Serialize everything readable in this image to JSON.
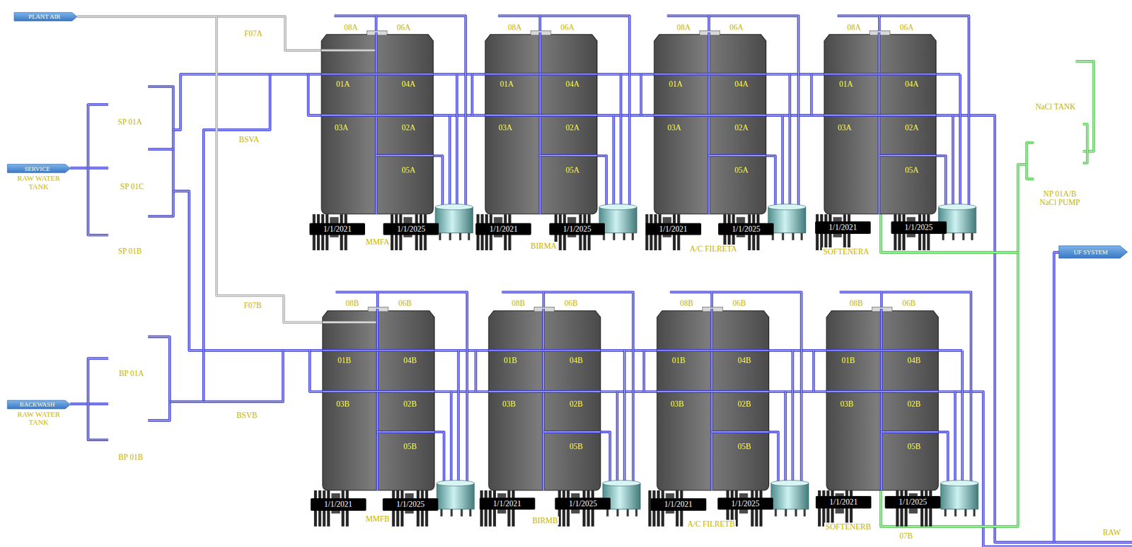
{
  "diagram": {
    "nodes": [
      {
        "text": [
          "PLANT AIR"
        ]
      },
      {
        "text": [
          "SERVICE",
          "RAW WATER TANK"
        ]
      },
      {
        "text": [
          "BACKWASH",
          "RAW WATER TANK"
        ]
      },
      {
        "text": [
          "UF SYSTEM"
        ]
      },
      {
        "text": [
          "08A",
          "06A",
          "01A",
          "04A",
          "03A",
          "02A",
          "05A",
          "MMFA"
        ]
      },
      {
        "text": [
          "08A",
          "06A",
          "01A",
          "04A",
          "03A",
          "02A",
          "05A",
          "BIRMA"
        ]
      },
      {
        "text": [
          "08A",
          "06A",
          "01A",
          "04A",
          "03A",
          "02A",
          "05A",
          "A/C FILRETA"
        ]
      },
      {
        "text": [
          "08A",
          "06A",
          "01A",
          "04A",
          "03A",
          "02A",
          "05A",
          "SOFTENERA"
        ]
      },
      {
        "text": [
          "1/1/2021"
        ]
      },
      {
        "text": [
          "1/1/2025"
        ]
      },
      {
        "text": [
          "1/1/2021"
        ]
      },
      {
        "text": [
          "1/1/2025"
        ]
      },
      {
        "text": [
          "1/1/2021"
        ]
      },
      {
        "text": [
          "1/1/2025"
        ]
      },
      {
        "text": [
          "1/1/2021"
        ]
      },
      {
        "text": [
          "1/1/2025"
        ]
      },
      {
        "text": [
          "08B",
          "06B",
          "01B",
          "04B",
          "03B",
          "02B",
          "05B",
          "MMFB"
        ]
      },
      {
        "text": [
          "08B",
          "06B",
          "01B",
          "04B",
          "03B",
          "02B",
          "05B",
          "BIRMB"
        ]
      },
      {
        "text": [
          "08B",
          "06B",
          "01B",
          "04B",
          "03B",
          "02B",
          "05B",
          "A/C FILRETB"
        ]
      },
      {
        "text": [
          "08B",
          "06B",
          "01B",
          "04B",
          "03B",
          "02B",
          "05B",
          "SOFTENERB"
        ]
      },
      {
        "text": [
          "1/1/2021"
        ]
      },
      {
        "text": [
          "1/1/2025"
        ]
      },
      {
        "text": [
          "1/1/2021"
        ]
      },
      {
        "text": [
          "1/1/2025"
        ]
      },
      {
        "text": [
          "1/1/2021"
        ]
      },
      {
        "text": [
          "1/1/2025"
        ]
      },
      {
        "text": [
          "1/1/2021"
        ]
      },
      {
        "text": [
          "1/1/2025"
        ]
      }
    ],
    "edges": [
      {
        "from": 0,
        "to": 4,
        "arrow": "none"
      },
      {
        "from": 0,
        "to": 16,
        "arrow": "none"
      }
    ],
    "labels": [
      "F07A",
      "BSVA",
      "SP 01A",
      "SP 01C",
      "SP 01B",
      "NaCl TANK",
      "NP 01A/B NaCl PUMP",
      "F07B",
      "BP 01A",
      "BP 01B",
      "BSVB",
      "07B",
      "RAW"
    ]
  }
}
